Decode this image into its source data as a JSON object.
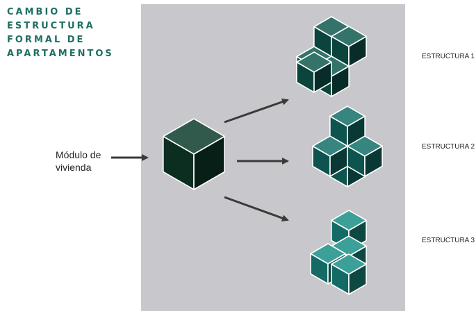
{
  "title_lines": [
    "CAMBIO DE",
    "ESTRUCTURA",
    "FORMAL DE",
    "APARTAMENTOS"
  ],
  "module_label": "Módulo de vivienda",
  "module_label_lines": [
    "Módulo de",
    "vivienda"
  ],
  "structures": [
    {
      "label": "ESTRUCTURA 1"
    },
    {
      "label": "ESTRUCTURA 2"
    },
    {
      "label": "ESTRUCTURA 3"
    }
  ],
  "colors": {
    "title": "#1f6f64",
    "panel": "#c8c8cc",
    "arrow": "#3a3a3a",
    "module_cube": "#0e3d2c",
    "structure_1": "#0f5a50",
    "structure_2": "#137068",
    "structure_3": "#1a8f86"
  }
}
